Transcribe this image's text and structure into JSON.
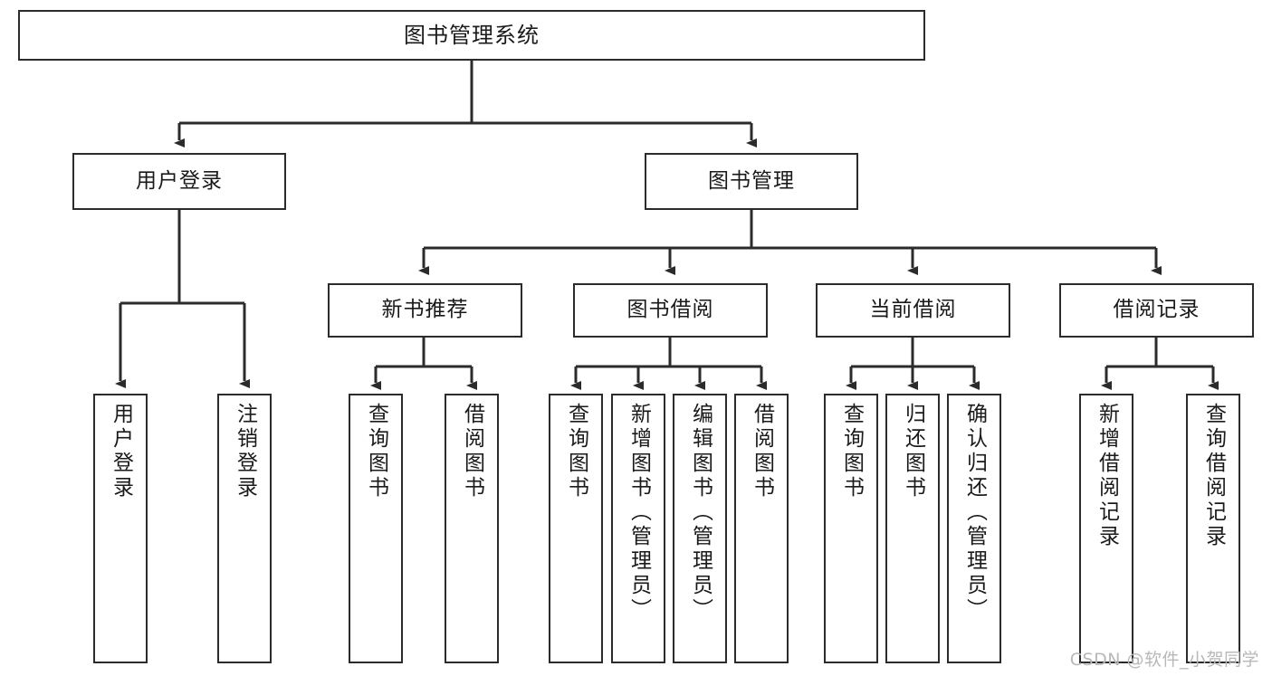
{
  "diagram": {
    "type": "tree",
    "title": "图书管理系统",
    "watermark": "CSDN @软件_小贺同学",
    "colors": {
      "background": "#ffffff",
      "node_border": "#2b2b2b",
      "node_fill": "#ffffff",
      "connector": "#2b2b2b",
      "text": "#1a1a1a",
      "watermark": "#b8b8b8"
    },
    "nodes": {
      "root": {
        "label": "图书管理系统"
      },
      "level2": [
        {
          "label": "用户登录"
        },
        {
          "label": "图书管理"
        }
      ],
      "level3": [
        {
          "label": "新书推荐"
        },
        {
          "label": "图书借阅"
        },
        {
          "label": "当前借阅"
        },
        {
          "label": "借阅记录"
        }
      ],
      "leaves": {
        "user_login": [
          {
            "label": "用户登录"
          },
          {
            "label": "注销登录"
          }
        ],
        "new_book": [
          {
            "label": "查询图书"
          },
          {
            "label": "借阅图书"
          }
        ],
        "book_borrow": [
          {
            "label": "查询图书"
          },
          {
            "label": "新增图书（管理员）"
          },
          {
            "label": "编辑图书（管理员）"
          },
          {
            "label": "借阅图书"
          }
        ],
        "current_borrow": [
          {
            "label": "查询图书"
          },
          {
            "label": "归还图书"
          },
          {
            "label": "确认归还（管理员）"
          }
        ],
        "borrow_record": [
          {
            "label": "新增借阅记录"
          },
          {
            "label": "查询借阅记录"
          }
        ]
      }
    }
  }
}
